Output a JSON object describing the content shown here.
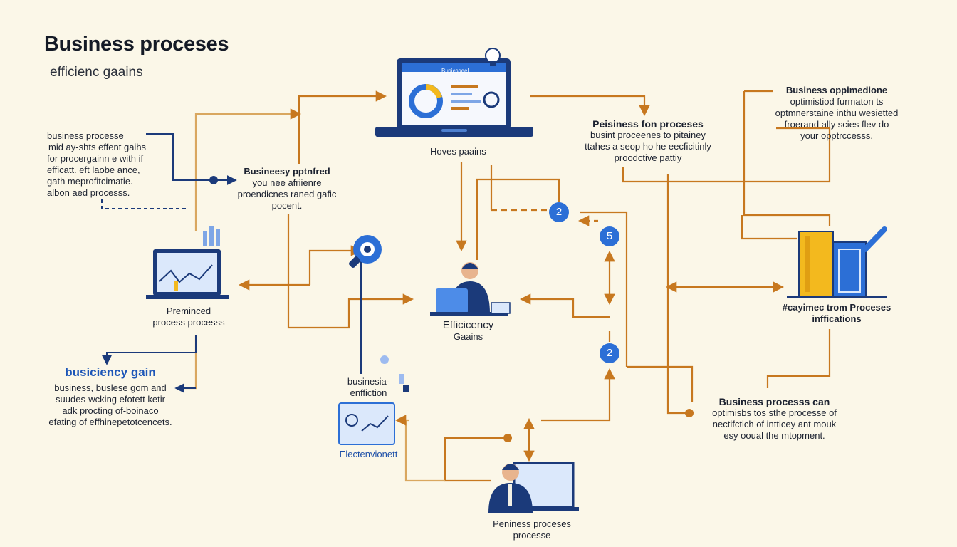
{
  "header": {
    "title": "Business proceses",
    "subtitle": "efficienc gaains"
  },
  "laptop": {
    "screen_title": "Busicsseel",
    "caption": "Hoves paains"
  },
  "center": {
    "title": "Efficicency",
    "subtitle": "Gaains"
  },
  "badges": [
    "2",
    "5",
    "2"
  ],
  "left_top": {
    "lines": [
      "business processe",
      "mid ay-shts effent gaihs",
      "for procergainn e with if",
      "efficatt. eft laobe ance,",
      "gath meprofitcimatie.",
      "albon aed processs."
    ]
  },
  "mid_top": {
    "title": "Busineesy pptnfred",
    "lines": [
      "you nee afriienre",
      "proendicnes raned gafic",
      "pocent."
    ]
  },
  "left_mid": {
    "line1": "Preminced",
    "line2": "process processs"
  },
  "left_bottom": {
    "title": "busiciency gain",
    "lines": [
      "business, buslese gom and",
      "suudes-wcking efotett ketir",
      "adk procting  of-boinaco",
      "efating of effhinepetotcencets."
    ]
  },
  "small_center": {
    "line1": "businesia-",
    "line2": "enffiction"
  },
  "small_monitor": {
    "caption": "Electenvionett"
  },
  "bottom_person": {
    "line1": "Peniness proceses",
    "line2": "processe"
  },
  "right_top_mid": {
    "title": "Peisiness fon proceses",
    "lines": [
      "busint proceenes to pitainey",
      "ttahes a seop ho he eecficitinly",
      "proodctive pattiy"
    ]
  },
  "right_top": {
    "title": "Business oppimedione",
    "lines": [
      "optimistiod furmaton ts",
      "optmnerstaine inthu wesietted",
      "froerand ally scies flev do",
      "your opptrccesss."
    ]
  },
  "right_mid": {
    "line1": "#cayimec trom Proceses",
    "line2": "inffications"
  },
  "right_bottom": {
    "title": "Business processs can",
    "lines": [
      "optimisbs tos sthe processe of",
      "nectifctich of intticey ant mouk",
      "esy ooual the mtopment."
    ]
  },
  "colors": {
    "navy": "#1b3a7a",
    "orange": "#c7781f",
    "accent_blue": "#2c6fd6",
    "yellow": "#f3b91e",
    "tan": "#d9a75f"
  }
}
